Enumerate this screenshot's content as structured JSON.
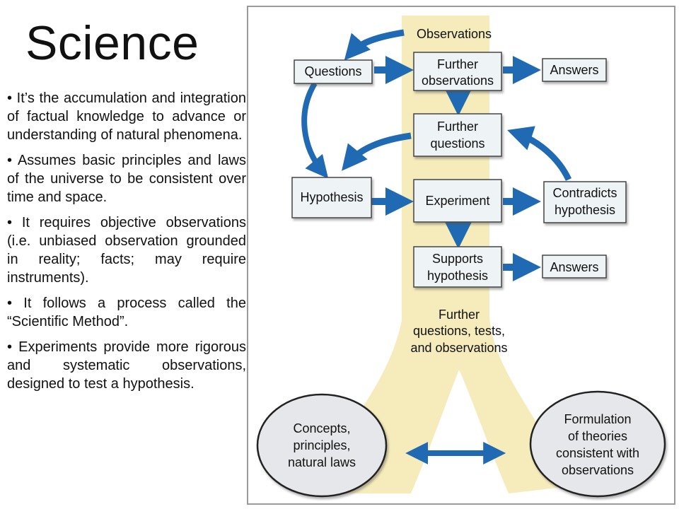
{
  "title": "Science",
  "bullets": [
    "• It’s the accumulation and integration of factual knowledge to advance or understanding of natural phenomena.",
    "• Assumes basic principles and laws of the universe to be consistent over time and space.",
    "• It requires objective observations (i.e. unbiased observation grounded in reality; facts; may require instruments).",
    "• It follows a process called the “Scientific Method”.",
    "•  Experiments provide more rigorous and systematic observations, designed to test a hypothesis."
  ],
  "diagram": {
    "observations": "Observations",
    "questions": "Questions",
    "further_observations": [
      "Further",
      "observations"
    ],
    "answers_top": "Answers",
    "further_questions": [
      "Further",
      "questions"
    ],
    "hypothesis": "Hypothesis",
    "experiment": "Experiment",
    "contradicts": [
      "Contradicts",
      "hypothesis"
    ],
    "supports": [
      "Supports",
      "hypothesis"
    ],
    "answers_bottom": "Answers",
    "further_tests": [
      "Further",
      "questions, tests,",
      "and observations"
    ],
    "concepts": [
      "Concepts,",
      "principles,",
      "natural laws"
    ],
    "theories": [
      "Formulation",
      "of theories",
      "consistent with",
      "observations"
    ]
  },
  "colors": {
    "arrow": "#1f6ab3",
    "band": "#f6ecbb",
    "box_fill": "#eef3f6",
    "ellipse_fill": "#e6e7ea",
    "frame": "#9a9a9a"
  }
}
